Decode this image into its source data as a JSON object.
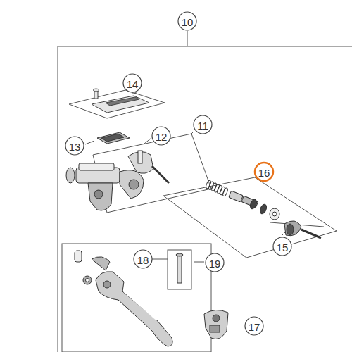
{
  "diagram": {
    "labels": [
      "10",
      "14",
      "11",
      "12",
      "13",
      "16",
      "15",
      "18",
      "19",
      "17"
    ]
  }
}
